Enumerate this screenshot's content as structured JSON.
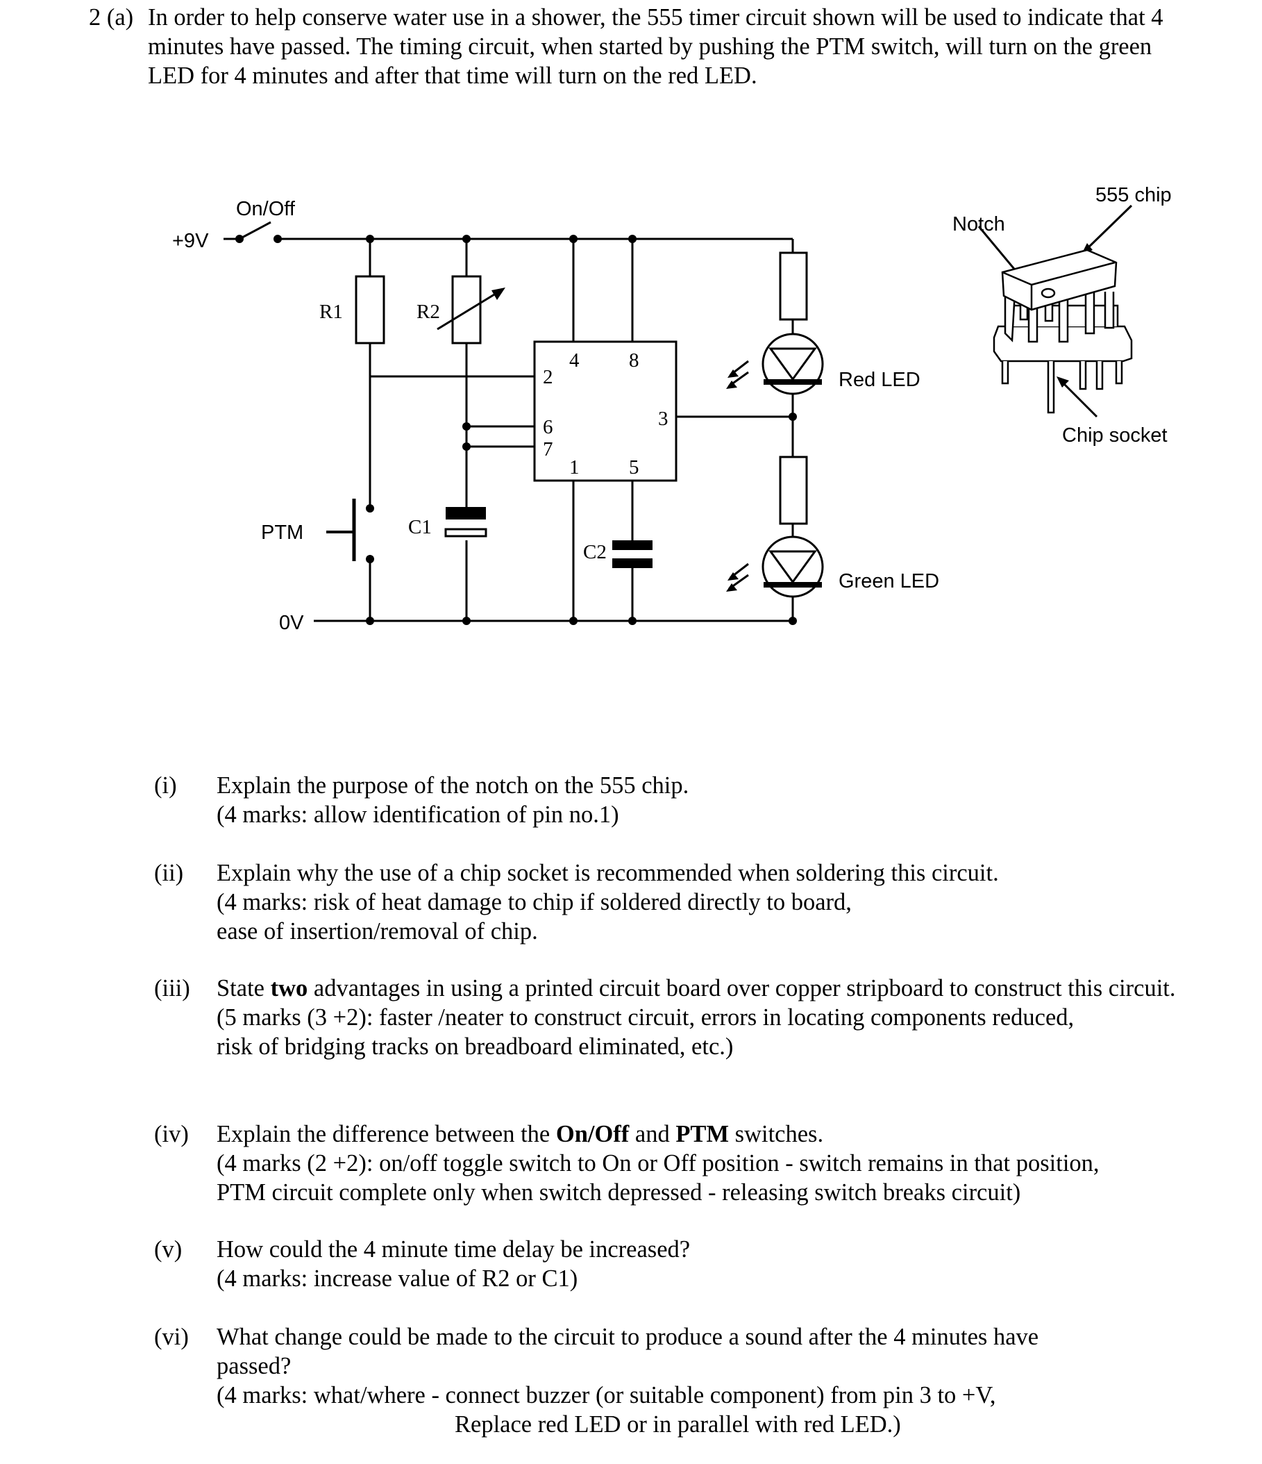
{
  "question": {
    "number": "2 (a)",
    "intro": "In order to help conserve water use in a shower, the 555 timer circuit shown will be used to indicate that 4 minutes have passed.  The timing circuit, when started by pushing the PTM switch, will turn on the green LED for 4 minutes and after that time will turn on the red LED."
  },
  "diagram": {
    "supply_positive": "+9V",
    "supply_zero": "0V",
    "switch_on_off": "On/Off",
    "resistor_1": "R1",
    "resistor_2": "R2",
    "switch_ptm": "PTM",
    "capacitor_1": "C1",
    "capacitor_2": "C2",
    "pins": {
      "p2": "2",
      "p4": "4",
      "p8": "8",
      "p6": "6",
      "p7": "7",
      "p3": "3",
      "p1": "1",
      "p5": "5"
    },
    "red_led": "Red LED",
    "green_led": "Green LED",
    "notch": "Notch",
    "chip": "555 chip",
    "chip_socket": "Chip socket"
  },
  "parts": [
    {
      "num": "(i)",
      "q": "Explain the purpose of the notch on the 555 chip.",
      "a": [
        "(4 marks: allow identification of pin no.1)"
      ]
    },
    {
      "num": "(ii)",
      "q": "Explain why the use of a chip socket is recommended when soldering this circuit.",
      "a": [
        "(4 marks: risk of heat damage to chip if soldered directly to board,",
        "ease of insertion/removal of chip."
      ]
    },
    {
      "num": "(iii)",
      "q_pre": "State ",
      "q_bold": "two",
      "q_post": " advantages in using a printed circuit board over copper stripboard to construct this circuit.",
      "a": [
        "(5 marks (3 +2): faster /neater to construct circuit, errors in locating components reduced,",
        "risk of bridging tracks on breadboard eliminated, etc.)"
      ]
    },
    {
      "num": "(iv)",
      "q_pre": "Explain the difference between the ",
      "q_bold": "On/Off",
      "q_mid": " and ",
      "q_bold2": "PTM",
      "q_post": " switches.",
      "a": [
        "(4 marks (2 +2): on/off toggle switch to On or Off  position - switch remains in that position,",
        "PTM circuit complete only when switch depressed - releasing switch breaks circuit)"
      ]
    },
    {
      "num": "(v)",
      "q": "How could the 4 minute time delay be increased?",
      "a": [
        "(4 marks: increase value of R2 or C1)"
      ]
    },
    {
      "num": "(vi)",
      "q": "What change could be made to the circuit to produce a sound after the 4 minutes have passed?",
      "a": [
        "(4 marks: what/where - connect buzzer (or suitable component) from pin 3 to +V,",
        "Replace red LED or in parallel with red LED.)"
      ]
    }
  ]
}
